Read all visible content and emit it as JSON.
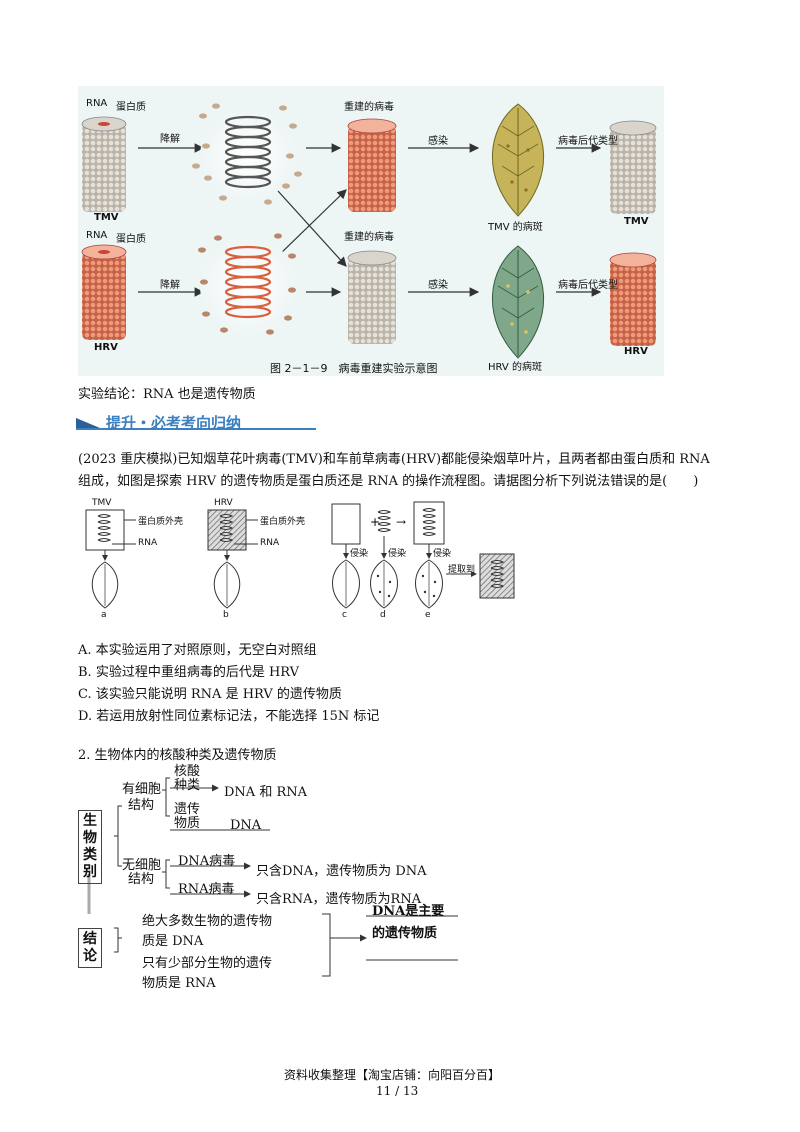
{
  "figure1": {
    "labels": {
      "rna_top": "RNA",
      "protein_top": "蛋白质",
      "tmv": "TMV",
      "degrade_top": "降解",
      "rebuilt_top": "重建的病毒",
      "infect_top": "感染",
      "leaf_top": "TMV 的病斑",
      "offspring_top": "病毒后代类型",
      "tmv_out": "TMV",
      "rna_bot": "RNA",
      "protein_bot": "蛋白质",
      "hrv": "HRV",
      "degrade_bot": "降解",
      "rebuilt_bot": "重建的病毒",
      "infect_bot": "感染",
      "leaf_bot": "HRV 的病斑",
      "offspring_bot": "病毒后代类型",
      "hrv_out": "HRV"
    },
    "caption": "图 2－1－9　病毒重建实验示意图"
  },
  "conclusion": "实验结论：RNA 也是遗传物质",
  "banner": "提升・必考考向归纳",
  "question": {
    "stem_line1": "(2023 重庆模拟)已知烟草花叶病毒(TMV)和车前草病毒(HRV)都能侵染烟草叶片，且两者都由蛋白质和 RNA",
    "stem_line2": "组成，如图是探索 HRV 的遗传物质是蛋白质还是 RNA 的操作流程图。请据图分析下列说法错误的是(　　)",
    "figure": {
      "tmv": "TMV",
      "hrv": "HRV",
      "shell": "蛋白质外壳",
      "rna": "RNA",
      "shell2": "蛋白质外壳",
      "rna2": "RNA",
      "infect1": "侵染",
      "infect2": "侵染",
      "infect3": "侵染",
      "extract": "提取到",
      "a": "a",
      "b": "b",
      "c": "c",
      "d": "d",
      "e": "e"
    },
    "options": [
      "A. 本实验运用了对照原则，无空白对照组",
      "B. 实验过程中重组病毒的后代是 HRV",
      "C. 该实验只能说明 RNA 是 HRV 的遗传物质",
      "D. 若运用放射性同位素标记法，不能选择 15N 标记"
    ]
  },
  "section2": {
    "title": "2. 生物体内的核酸种类及遗传物质",
    "box1": "生物类别",
    "box2": "结论",
    "cellular": "有细胞结构",
    "cellular_l1": "有细胞",
    "cellular_l2": "结构",
    "acid_type_l1": "核酸",
    "acid_type_l2": "种类",
    "acid_value": "DNA 和 RNA",
    "genetic_l1": "遗传",
    "genetic_l2": "物质",
    "genetic_value": "DNA",
    "acellular_l1": "无细胞",
    "acellular_l2": "结构",
    "dna_virus": "DNA病毒",
    "dna_virus_desc": "只含DNA，遗传物质为 DNA",
    "rna_virus": "RNA病毒",
    "rna_virus_desc": "只含RNA，遗传物质为RNA",
    "concl_a_l1": "绝大多数生物的遗传物",
    "concl_a_l2": "质是 DNA",
    "concl_b_l1": "只有少部分生物的遗传",
    "concl_b_l2": "物质是 RNA",
    "result_l1": "DNA是主要",
    "result_l2": "的遗传物质"
  },
  "footer": {
    "line1": "资料收集整理【淘宝店铺：向阳百分百】",
    "page": "11 / 13"
  }
}
